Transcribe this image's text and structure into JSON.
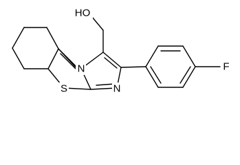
{
  "colors": {
    "bond": "#000000",
    "label": "#000000",
    "background": "#ffffff"
  },
  "atoms": {
    "hydroxyl": "HO",
    "bridgehead_nitrogen": "N",
    "imine_nitrogen": "N",
    "sulfur": "S",
    "fluorine": "F"
  }
}
